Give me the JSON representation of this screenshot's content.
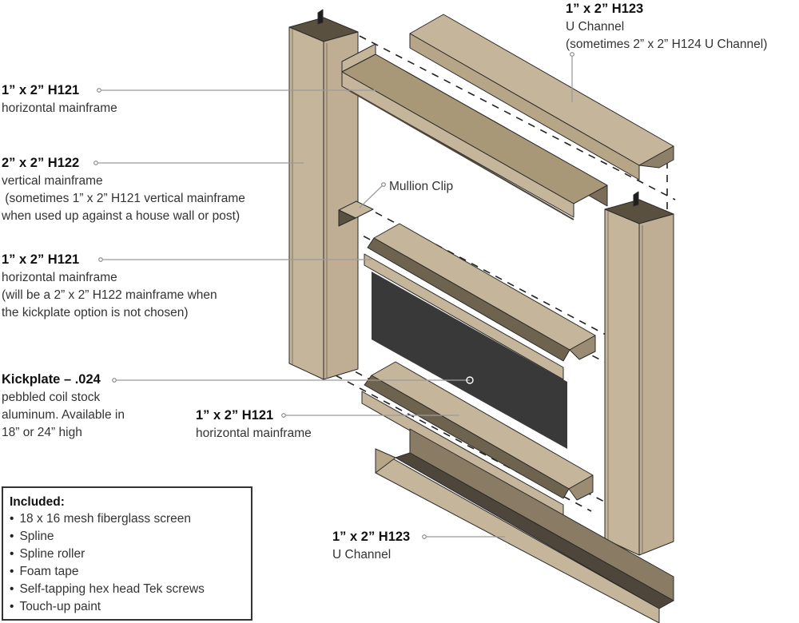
{
  "colors": {
    "aluminum_light": "#c5b59b",
    "aluminum_mid": "#a89878",
    "aluminum_dark": "#7a6e58",
    "aluminum_shadow": "#4e463a",
    "kickplate": "#393939",
    "outline": "#2a2a2a",
    "leader_line": "#9a9a9a"
  },
  "labels": {
    "top_u_channel": {
      "title": "1” x 2” H123",
      "desc": "U Channel\n(sometimes 2” x 2” H124 U Channel)"
    },
    "top_horizontal": {
      "title": "1” x 2” H121",
      "desc": "horizontal mainframe"
    },
    "vertical_mainframe": {
      "title": "2” x 2” H122",
      "desc": "vertical mainframe\n (sometimes 1” x 2” H121 vertical mainframe\nwhen used up against a house wall or post)"
    },
    "mullion_clip": {
      "title": "Mullion Clip"
    },
    "middle_horizontal": {
      "title": "1” x 2” H121",
      "desc": "horizontal mainframe\n(will be a 2” x 2” H122 mainframe when\nthe kickplate option is not chosen)"
    },
    "kickplate": {
      "title": "Kickplate – .024",
      "desc": "pebbled coil stock\naluminum. Available in\n18” or 24” high"
    },
    "lower_horizontal": {
      "title": "1” x 2” H121",
      "desc": "horizontal mainframe"
    },
    "bottom_u_channel": {
      "title": "1” x 2” H123",
      "desc": "U Channel"
    }
  },
  "included": {
    "header": "Included:",
    "items": [
      "18 x 16 mesh fiberglass screen",
      "Spline",
      "Spline roller",
      "Foam tape",
      "Self-tapping hex head Tek screws",
      "Touch-up paint"
    ]
  }
}
